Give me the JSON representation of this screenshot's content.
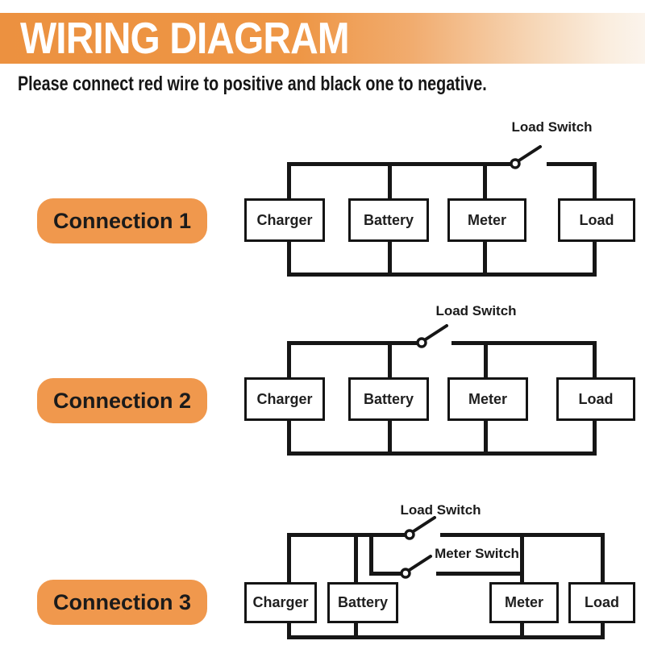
{
  "header": {
    "title": "WIRING DIAGRAM",
    "subtitle": "Please connect red wire to positive and black one to negative."
  },
  "colors": {
    "header_orange": "#EC9140",
    "pill_orange": "#F0984D",
    "wire_black": "#161616",
    "title_text": "#FFFFFF"
  },
  "connections": [
    {
      "label": "Connection 1",
      "boxes": [
        "Charger",
        "Battery",
        "Meter",
        "Load"
      ],
      "switches": [
        {
          "label": "Load Switch"
        }
      ]
    },
    {
      "label": "Connection 2",
      "boxes": [
        "Charger",
        "Battery",
        "Meter",
        "Load"
      ],
      "switches": [
        {
          "label": "Load Switch"
        }
      ]
    },
    {
      "label": "Connection 3",
      "boxes": [
        "Charger",
        "Battery",
        "Meter",
        "Load"
      ],
      "switches": [
        {
          "label": "Load Switch"
        },
        {
          "label": "Meter Switch"
        }
      ]
    }
  ]
}
